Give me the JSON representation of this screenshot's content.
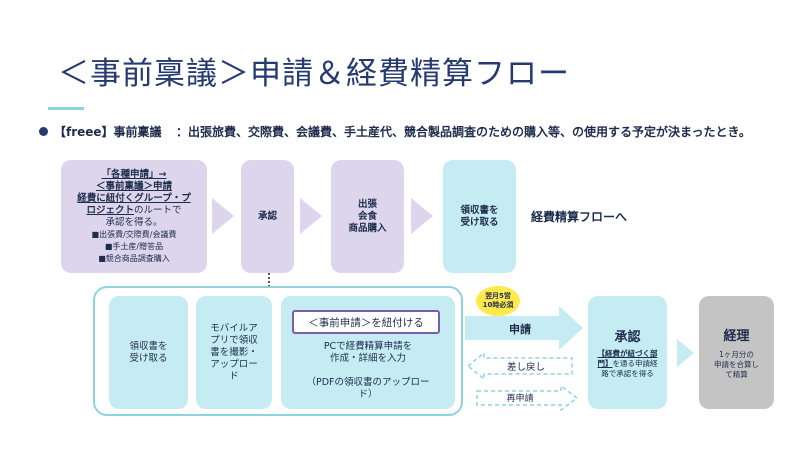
{
  "title": "＜事前稟議＞申請＆経費精算フロー",
  "bullet": {
    "label": "【freee】事前稟議",
    "text": "：出張旅費、交際費、会議費、手土産代、競合製品調査のための購入等、の使用する予定が決まったとき。"
  },
  "top_flow": {
    "apply": {
      "line1": "「各種申請」→",
      "line2": "＜事前稟議＞申請",
      "line3": "経費に紐付くグループ・プロジェクト",
      "line3b": "のルートで",
      "line4": "承認を得る。",
      "items": [
        "■出張費/交際費/会議費",
        "■手土産/贈答品",
        "■競合商品調査購入"
      ]
    },
    "approve": "承認",
    "action": [
      "出張",
      "会食",
      "商品購入"
    ],
    "receive": [
      "領収書を",
      "受け取る"
    ],
    "next": "経費精算フローへ"
  },
  "bottom_flow": {
    "receive": [
      "領収書を",
      "受け取る"
    ],
    "mobile": [
      "モバイルア",
      "プリで領収",
      "書を撮影・",
      "アップロー",
      "ド"
    ],
    "link_button": "＜事前申請＞を紐付ける",
    "pc": [
      "PCで経費精算申請を",
      "作成・詳細を入力"
    ],
    "pdf": [
      "（PDFの領収書のアップロー",
      "ド）"
    ],
    "deadline": [
      "翌月5営",
      "10時必須"
    ],
    "apply_arrow": "申請",
    "return_arrow": "差し戻し",
    "reapply_arrow": "再申請",
    "approve_title": "承認",
    "approve_u": "【経費が紐づく部門】",
    "approve_text": "を通る申請経路で承認を得る",
    "accounting_title": "経理",
    "accounting_text": [
      "1ヶ月分の",
      "申請を合算し",
      "て精算"
    ]
  },
  "colors": {
    "purple": "#dcd5ec",
    "cyan": "#c5ecf2",
    "gray": "#c4c4c4",
    "arrow": "#c5ecf2",
    "navy": "#253a6e",
    "deadline": "#ffe94d"
  }
}
